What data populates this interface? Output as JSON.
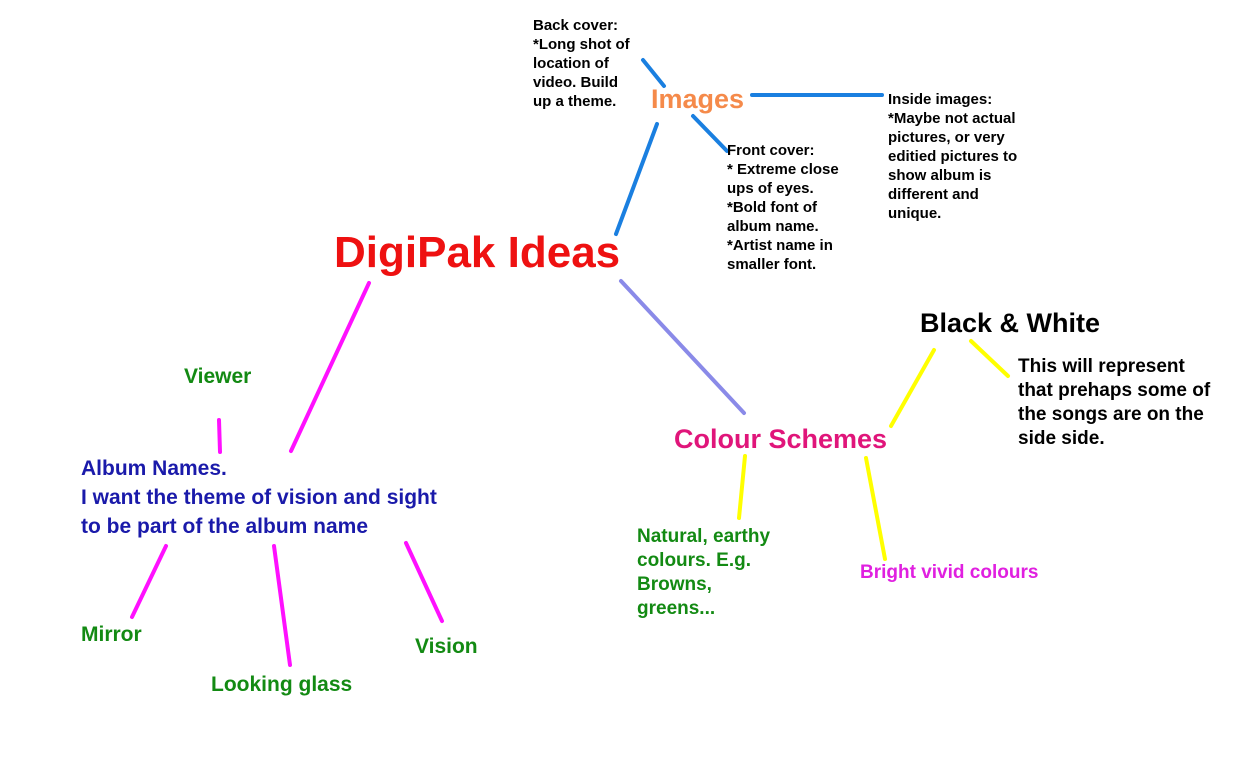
{
  "diagram": {
    "title": {
      "text": "DigiPak Ideas",
      "color": "#ee1111"
    },
    "images": {
      "label": {
        "text": "Images",
        "color": "#f58a4a"
      },
      "back_cover": {
        "text": "Back cover:\n*Long shot of\nlocation of\nvideo. Build\nup a theme.",
        "color": "#000000"
      },
      "front_cover": {
        "text": "Front cover:\n* Extreme close\nups of eyes.\n*Bold font of\nalbum name.\n*Artist name in\nsmaller font.",
        "color": "#000000"
      },
      "inside_images": {
        "text": "Inside images:\n*Maybe not actual\npictures, or very\neditied pictures to\nshow album is\ndifferent and\nunique.",
        "color": "#000000"
      }
    },
    "colour_schemes": {
      "label": {
        "text": "Colour Schemes",
        "color": "#e0157a"
      },
      "black_white": {
        "text": "Black & White",
        "color": "#000000"
      },
      "black_white_note": {
        "text": "This will represent\nthat prehaps some of\nthe songs are on the\nside side.",
        "color": "#000000"
      },
      "natural": {
        "text": "Natural, earthy\ncolours. E.g.\nBrowns,\ngreens...",
        "color": "#138a13"
      },
      "bright": {
        "text": "Bright vivid colours",
        "color": "#e020e0"
      }
    },
    "album_names": {
      "label": {
        "text": "Album Names.\nI want the theme of vision and sight\nto be part of the album name",
        "color": "#1a1aaa"
      },
      "viewer": {
        "text": "Viewer",
        "color": "#138a13"
      },
      "mirror": {
        "text": "Mirror",
        "color": "#138a13"
      },
      "looking_glass": {
        "text": "Looking glass",
        "color": "#138a13"
      },
      "vision": {
        "text": "Vision",
        "color": "#138a13"
      }
    },
    "edge_colors": {
      "images_branch": "#1a7fe0",
      "colour_branch": "#8a8ae8",
      "colour_sub": "#ffff00",
      "album_branch": "#ff10ff"
    }
  }
}
